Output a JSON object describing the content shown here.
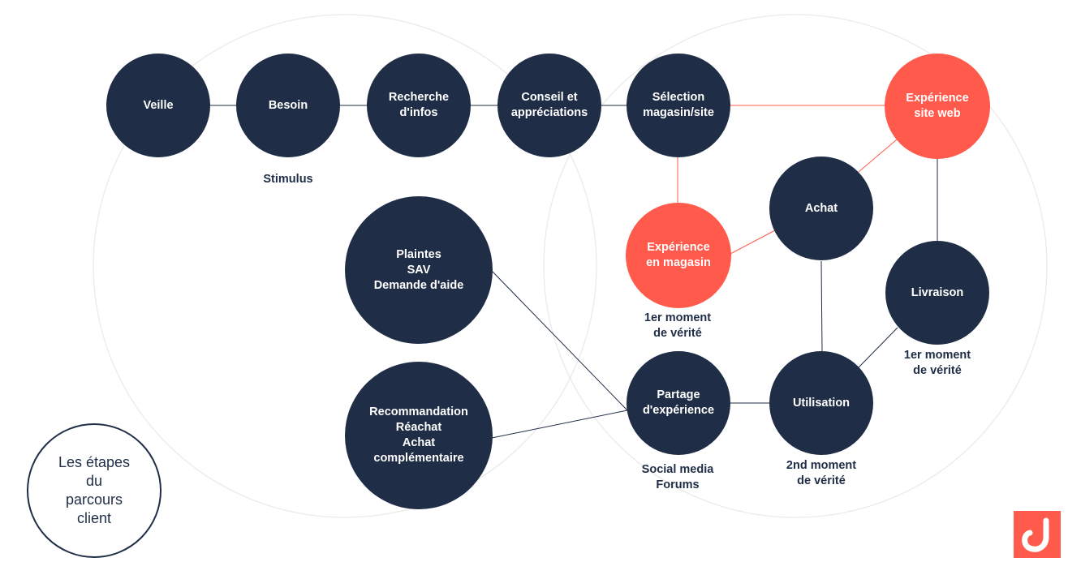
{
  "colors": {
    "node": "#1f2d46",
    "accent": "#ff5a4b",
    "line_dark": "#1f2d46",
    "line_accent": "#ff5a4b",
    "ghost_circle": "#e6e6e6"
  },
  "nodes": {
    "veille": "Veille",
    "besoin": "Besoin",
    "recherche": "Recherche\nd'infos",
    "conseil": "Conseil et\nappréciations",
    "selection": "Sélection\nmagasin/site",
    "experience_web": "Expérience\nsite web",
    "experience_magasin": "Expérience\nen magasin",
    "achat": "Achat",
    "livraison": "Livraison",
    "plaintes": "Plaintes\nSAV\nDemande d'aide",
    "recommandation": "Recommandation\nRéachat\nAchat\ncomplémentaire",
    "partage": "Partage\nd'expérience",
    "utilisation": "Utilisation"
  },
  "captions": {
    "stimulus": "Stimulus",
    "moment_magasin": "1er moment\nde vérité",
    "moment_livraison": "1er moment\nde vérité",
    "social": "Social media\nForums",
    "moment_utilisation": "2nd moment\nde vérité"
  },
  "legend": "Les étapes\ndu\nparcours\nclient",
  "logo": "brand-logo-icon"
}
